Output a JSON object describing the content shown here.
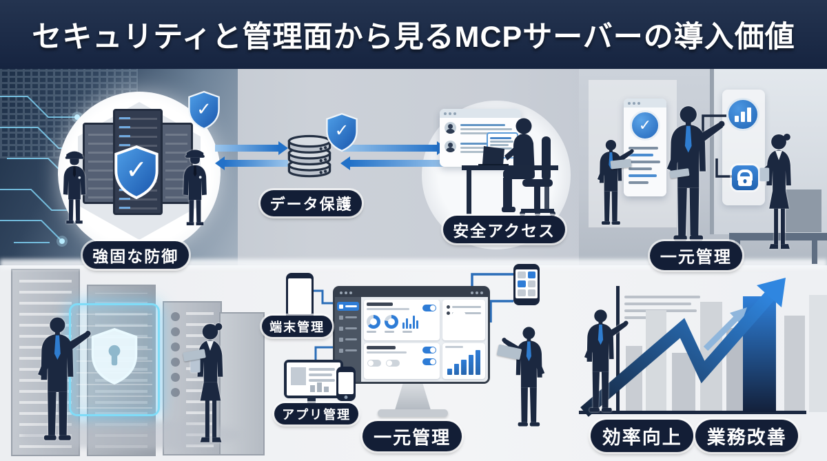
{
  "title": "セキュリティと管理面から見るMCPサーバーの導入価値",
  "sections": {
    "defense": {
      "label": "強固な防御"
    },
    "data_protection": {
      "label": "データ保護"
    },
    "secure_access": {
      "label": "安全アクセス"
    },
    "central_management_top": {
      "label": "一元管理"
    },
    "device_management": {
      "label": "端末管理"
    },
    "app_management": {
      "label": "アプリ管理"
    },
    "central_management_bottom": {
      "label": "一元管理"
    },
    "efficiency": {
      "label": "効率向上"
    },
    "business_improvement": {
      "label": "業務改善"
    }
  },
  "icons": {
    "check": "✓",
    "shield_check": "shield-with-checkmark",
    "database": "database-cylinders",
    "lock": "padlock",
    "bar_chart": "bar-chart-circle",
    "donut_chart": "donut-chart",
    "growth_arrow": "rising-zigzag-arrow"
  },
  "colors": {
    "header_bg": "#1b2a44",
    "pill_bg": "#131e36",
    "pill_text": "#ffffff",
    "shield_blue": "#2e7cd6",
    "shield_blue_dark": "#1956ac",
    "arrow_blue": "#2271c8",
    "cyan_glow": "#7fdcf8",
    "silhouette": "#1b2840",
    "bg_top": "#c6cbd3",
    "bg_bottom": "#eef0f3"
  }
}
